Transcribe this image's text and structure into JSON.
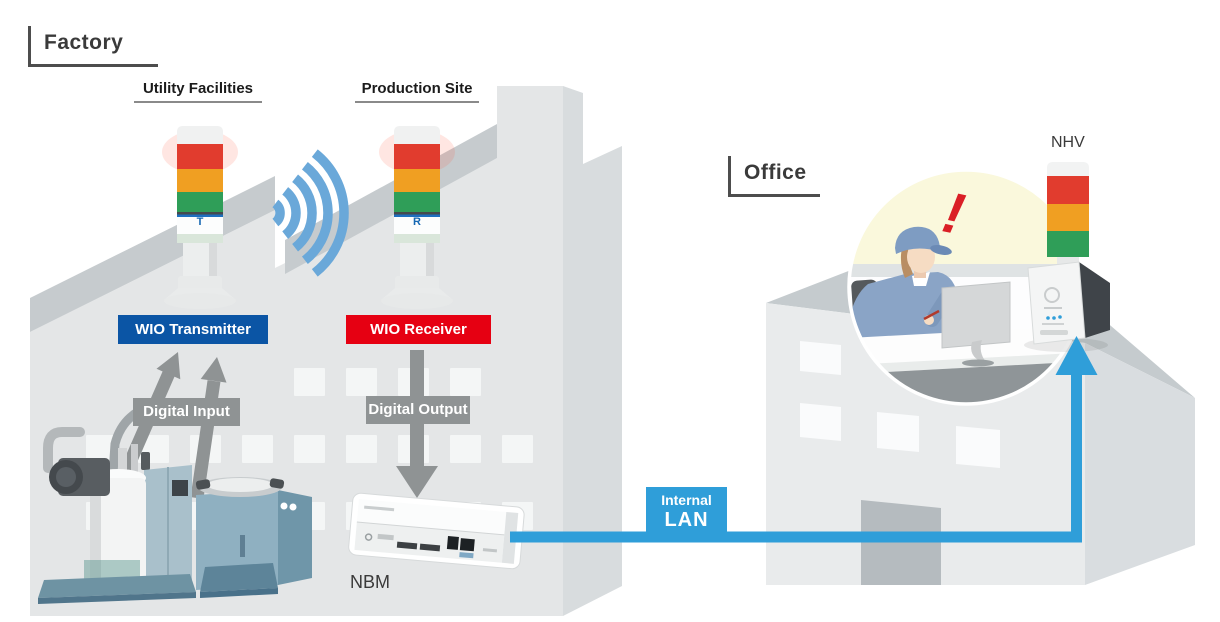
{
  "factory": {
    "title": "Factory",
    "sections": {
      "utility": "Utility Facilities",
      "production": "Production Site"
    },
    "devices": {
      "transmitter": {
        "label": "WIO Transmitter",
        "badge": "T"
      },
      "receiver": {
        "label": "WIO Receiver",
        "badge": "R"
      },
      "nbm": {
        "label": "NBM"
      }
    },
    "signals": {
      "input": "Digital Input",
      "output": "Digital Output"
    }
  },
  "office": {
    "title": "Office",
    "devices": {
      "nhv": {
        "label": "NHV"
      }
    },
    "alert": "!"
  },
  "network": {
    "lan": {
      "line1": "Internal",
      "line2": "LAN"
    }
  },
  "colors": {
    "transmitter_blue": "#0b55a5",
    "receiver_red": "#e60012",
    "lan_blue": "#2f9ed9",
    "label_gray": "#8f9394",
    "wireless_blue": "#6aa8d9",
    "alert_red": "#da1f26",
    "tower_red": "#e13c2e",
    "tower_amber": "#f09f22",
    "tower_green": "#2f9e58"
  }
}
